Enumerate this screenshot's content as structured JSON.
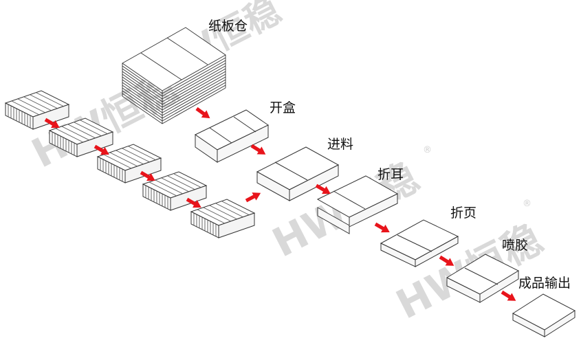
{
  "labels": {
    "warehouse": "纸板仓",
    "open_box": "开盒",
    "feed": "进料",
    "fold_ear": "折耳",
    "fold_page": "折页",
    "glue_spray": "喷胶",
    "output": "成品输出"
  },
  "watermark": {
    "text": "HW恒稳",
    "registered": "®"
  },
  "colors": {
    "arrow": "#e8141b",
    "line": "#333333",
    "box_face": "#ffffff",
    "watermark": "#d9d9d9"
  }
}
